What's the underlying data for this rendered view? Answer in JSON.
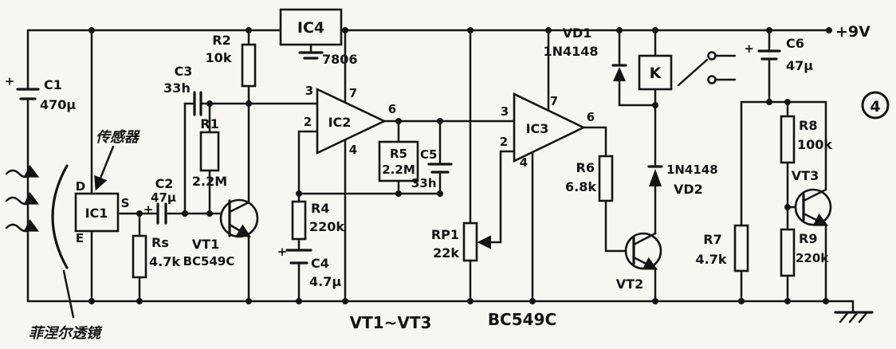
{
  "schematic": {
    "figure_number": "4",
    "supply_label": "+9V",
    "bottom_note_left": "VT1~VT3",
    "bottom_note_right": "BC549C",
    "lens_label": "菲涅尔透镜",
    "sensor_label": "传感器",
    "plus": "+"
  },
  "components": {
    "c1": {
      "ref": "C1",
      "value": "470μ"
    },
    "c2": {
      "ref": "C2",
      "value": "47μ"
    },
    "c3": {
      "ref": "C3",
      "value": "33h"
    },
    "c4": {
      "ref": "C4",
      "value": "4.7μ"
    },
    "c5": {
      "ref": "C5",
      "value": "33h"
    },
    "c6": {
      "ref": "C6",
      "value": "47μ"
    },
    "r1": {
      "ref": "R1",
      "value": "2.2M"
    },
    "r2": {
      "ref": "R2",
      "value": "10k"
    },
    "rs": {
      "ref": "Rs",
      "value": "4.7k"
    },
    "r4": {
      "ref": "R4",
      "value": "220k"
    },
    "r5": {
      "ref": "R5",
      "value": "2.2M"
    },
    "r6": {
      "ref": "R6",
      "value": "6.8k"
    },
    "r7": {
      "ref": "R7",
      "value": "4.7k"
    },
    "r8": {
      "ref": "R8",
      "value": "100k"
    },
    "r9": {
      "ref": "R9",
      "value": "220k"
    },
    "rp1": {
      "ref": "RP1",
      "value": "22k"
    },
    "ic1": {
      "ref": "IC1"
    },
    "ic2": {
      "ref": "IC2"
    },
    "ic3": {
      "ref": "IC3"
    },
    "ic4": {
      "ref": "IC4",
      "value": "7806"
    },
    "vt1": {
      "ref": "VT1",
      "type": "BC549C"
    },
    "vt2": {
      "ref": "VT2"
    },
    "vt3": {
      "ref": "VT3"
    },
    "vd1": {
      "ref": "VD1",
      "value": "1N4148"
    },
    "vd2": {
      "ref": "VD2",
      "value": "1N4148"
    },
    "relay": {
      "ref": "K"
    }
  },
  "pins": {
    "ic1": {
      "d": "D",
      "s": "S",
      "e": "E"
    },
    "ic2": {
      "p3": "3",
      "p2": "2",
      "p7": "7",
      "p6": "6",
      "p4": "4"
    },
    "ic3": {
      "p3": "3",
      "p2": "2",
      "p7": "7",
      "p6": "6",
      "p4": "4"
    }
  }
}
